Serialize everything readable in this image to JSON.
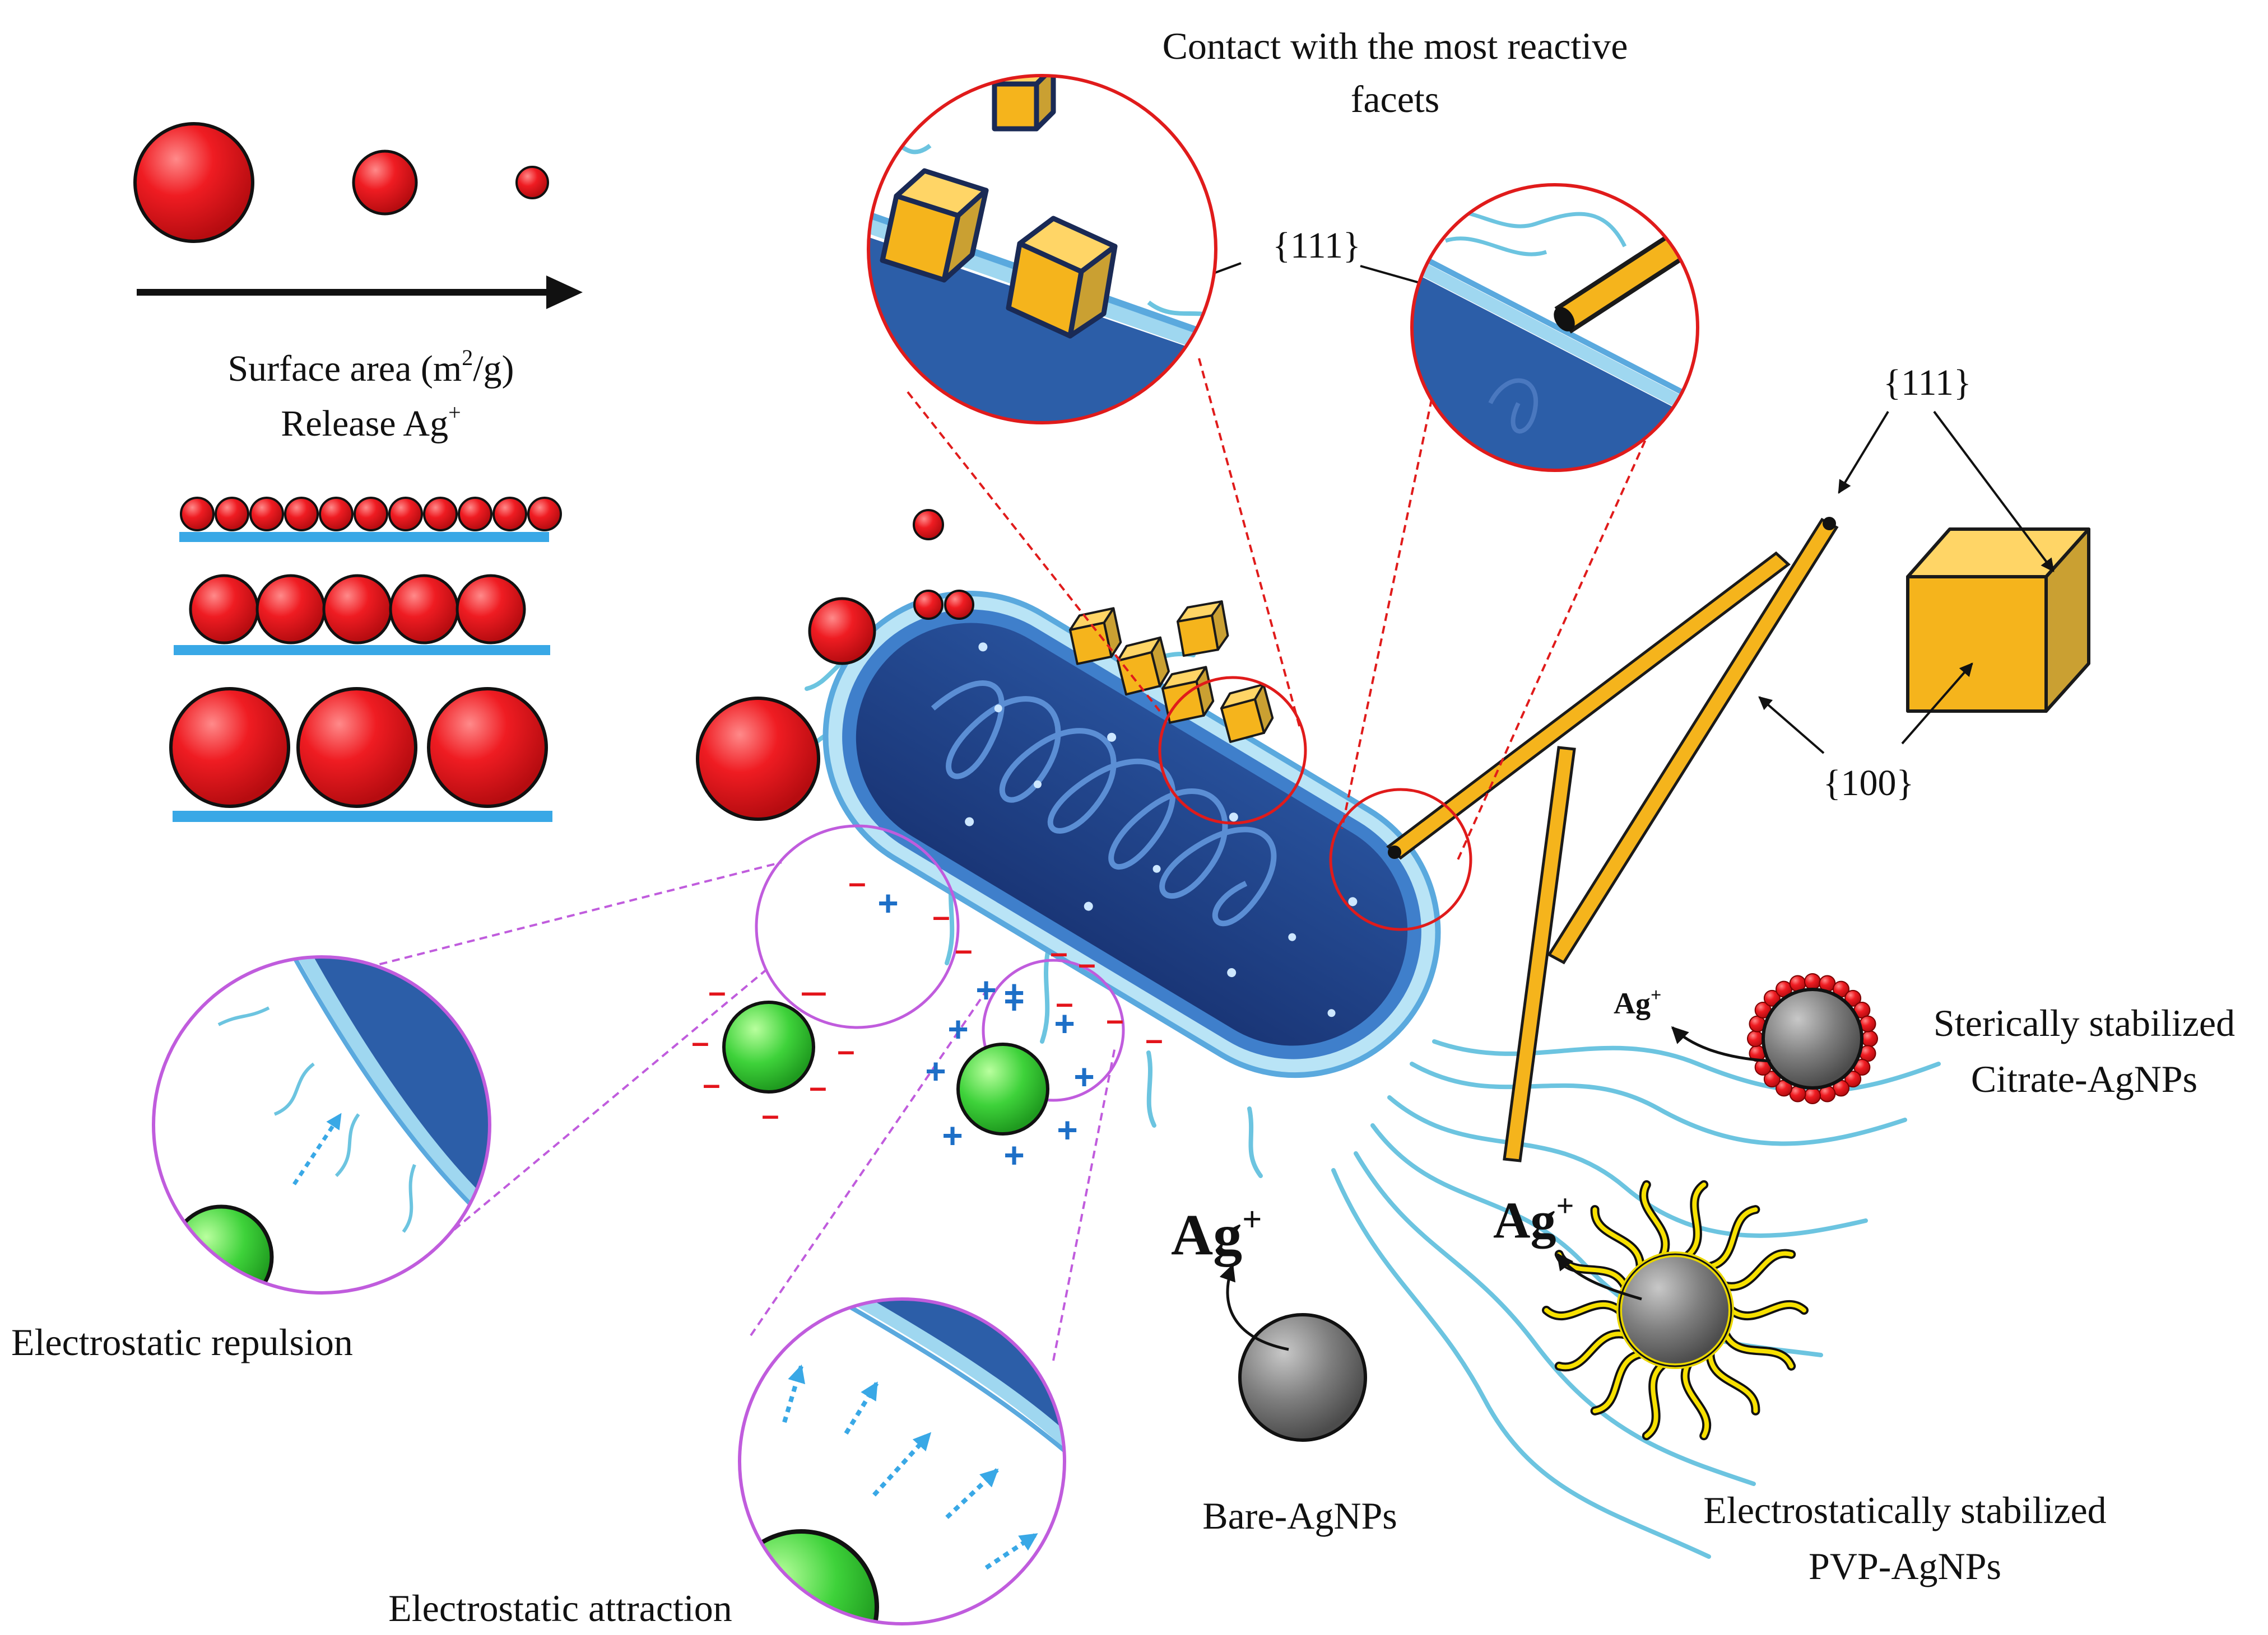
{
  "labels": {
    "contact_line1": "Contact with the most reactive",
    "contact_line2": "facets",
    "surface_area_main": "Surface area (m",
    "surface_area_sup": "2",
    "surface_area_end": "/g)",
    "release_main": "Release Ag",
    "release_sup": "+",
    "facet_111_a": "{111}",
    "facet_111_b": "{111}",
    "facet_100": "{100}",
    "electrostatic_repulsion": "Electrostatic repulsion",
    "electrostatic_attraction": "Electrostatic attraction",
    "bare_agnps": "Bare-AgNPs",
    "sterically_line1": "Sterically stabilized",
    "sterically_line2": "Citrate-AgNPs",
    "electrostatically_line1": "Electrostatically stabilized",
    "electrostatically_line2": "PVP-AgNPs",
    "ag_ion_base": "Ag",
    "ag_ion_charge": "+"
  },
  "symbols": {
    "plus": "+",
    "minus": "–"
  },
  "colors": {
    "silver_red": "#e8141c",
    "bacterium_dark": "#1f3f86",
    "bacterium_membrane": "#5aa9de",
    "flagella": "#6cc4e0",
    "gold": "#f5b41c",
    "neutral_green": "#44d43c",
    "silver_gray": "#808080",
    "pvp_yellow": "#f7e000",
    "zoom_red": "#e01b1b",
    "zoom_purple": "#c05cdd",
    "positive_blue": "#1d6fc7",
    "negative_red": "#e3141b",
    "arrow_blue": "#39a8e6"
  }
}
